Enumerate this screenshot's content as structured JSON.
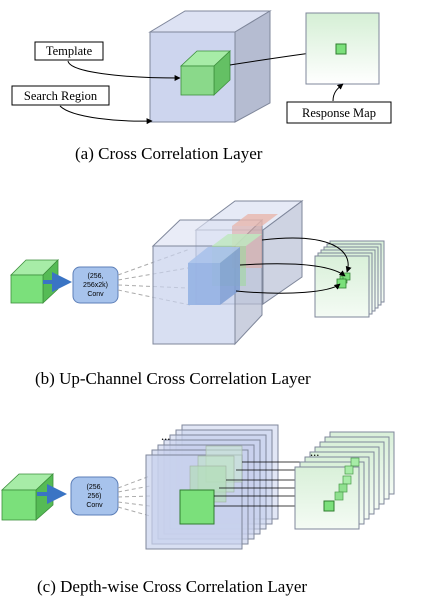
{
  "panel_a": {
    "template_label": "Template",
    "search_region_label": "Search Region",
    "response_map_label": "Response Map",
    "caption": "(a)  Cross Correlation Layer"
  },
  "panel_b": {
    "conv_line1": "(256,",
    "conv_line2": "256x2k)",
    "conv_line3": "Conv",
    "caption": "(b)  Up-Channel Cross Correlation Layer"
  },
  "panel_c": {
    "conv_line1": "(256,",
    "conv_line2": "256)",
    "conv_line3": "Conv",
    "caption": "(c)  Depth-wise Cross Correlation Layer",
    "ellipsis_left": "...",
    "ellipsis_right": "..."
  },
  "colors": {
    "slab_fill": "#c8d1ec",
    "slab_stroke": "#7f879b",
    "green_fill": "#7be07b",
    "green_stroke": "#2f7d2f",
    "arrow_blue": "#3a74c4",
    "conv_fill": "#a7c3ec"
  }
}
